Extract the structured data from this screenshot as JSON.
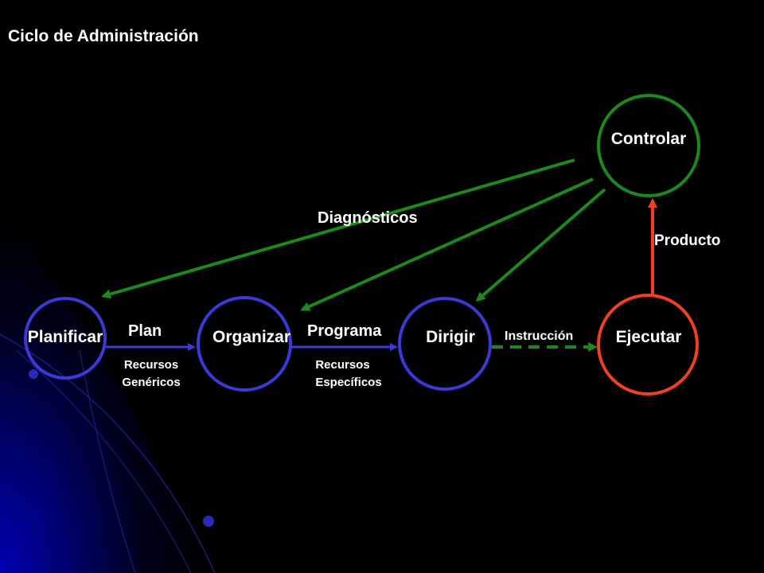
{
  "slide": {
    "title": "Ciclo de Administración"
  },
  "nodes": [
    {
      "id": "planificar",
      "label": "Planificar",
      "color": "#3a3ad6"
    },
    {
      "id": "organizar",
      "label": "Organizar",
      "color": "#3a3ad6"
    },
    {
      "id": "dirigir",
      "label": "Dirigir",
      "color": "#3a3ad6"
    },
    {
      "id": "ejecutar",
      "label": "Ejecutar",
      "color": "#f04020"
    },
    {
      "id": "controlar",
      "label": "Controlar",
      "color": "#1a8a1a"
    }
  ],
  "edges": {
    "plan": {
      "label": "Plan",
      "sub": [
        "Recursos",
        "Genéricos"
      ]
    },
    "programa": {
      "label": "Programa",
      "sub": [
        "Recursos",
        "Específicos"
      ]
    },
    "instruccion": {
      "label": "Instrucción"
    },
    "producto": {
      "label": "Producto"
    },
    "diagnosticos": {
      "label": "Diagnósticos"
    }
  },
  "colors": {
    "background": "#000000",
    "flow_blue": "#3a3ad6",
    "feedback_green": "#1a8a1a",
    "product_red": "#f04020",
    "text": "#ffffff"
  }
}
